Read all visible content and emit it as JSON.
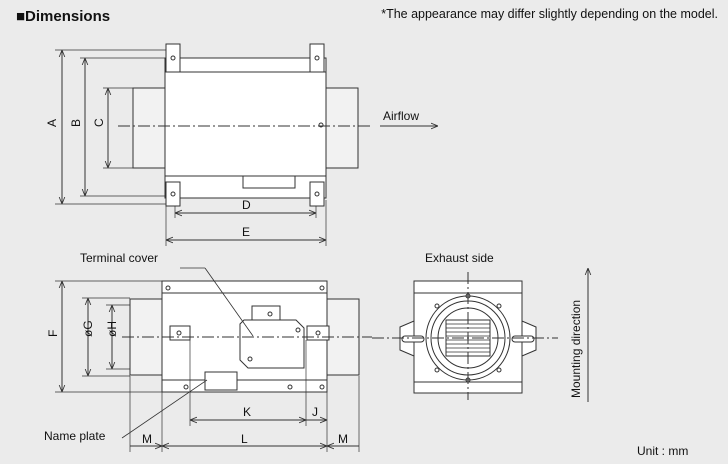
{
  "header": {
    "title": "■Dimensions",
    "note": "*The appearance may differ slightly depending on the model."
  },
  "labels": {
    "airflow": "Airflow",
    "terminal_cover": "Terminal cover",
    "exhaust_side": "Exhaust side",
    "mounting_direction": "Mounting direction",
    "name_plate": "Name plate",
    "unit": "Unit : mm"
  },
  "dimensions": {
    "A": "A",
    "B": "B",
    "C": "C",
    "D": "D",
    "E": "E",
    "F": "F",
    "G": "øG",
    "H": "øH",
    "J": "J",
    "K": "K",
    "L": "L",
    "M": "M"
  },
  "colors": {
    "background": "#ebebeb",
    "line": "#333333",
    "body_fill": "#ffffff",
    "duct_fill": "#f2f2f2"
  }
}
